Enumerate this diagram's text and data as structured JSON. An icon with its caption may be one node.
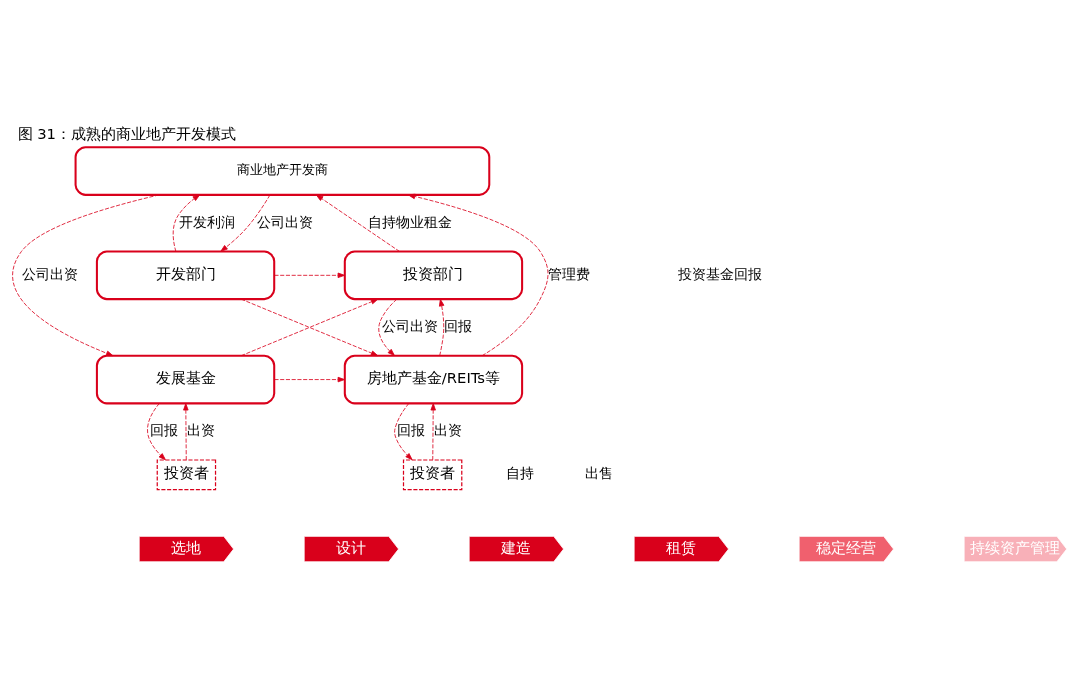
{
  "diagram": {
    "title": "图 31：成熟的商业地产开发模式",
    "nodes": [
      {
        "text": [
          "商业地产开发商"
        ]
      },
      {
        "text": [
          "开发部门"
        ]
      },
      {
        "text": [
          "发展基金"
        ]
      },
      {
        "text": [
          "投资部门"
        ]
      },
      {
        "text": [
          "房地产基金/REITs等"
        ]
      },
      {
        "text": [
          "投资者"
        ]
      },
      {
        "text": [
          "投资者"
        ]
      },
      {
        "text": [
          "选地"
        ]
      },
      {
        "text": [
          "设计"
        ]
      },
      {
        "text": [
          "建造"
        ]
      },
      {
        "text": [
          "租赁"
        ]
      },
      {
        "text": [
          "稳定经营"
        ]
      },
      {
        "text": [
          "持续资产管理"
        ]
      }
    ],
    "edges": [
      {
        "from": 0,
        "to": 1,
        "arrow": "to",
        "label": "公司出资",
        "style": "dashed"
      },
      {
        "from": 0,
        "to": 2,
        "arrow": "to",
        "label": "公司出资",
        "style": "dashed"
      },
      {
        "from": 1,
        "to": 0,
        "arrow": "to",
        "label": "开发利润",
        "style": "dashed"
      },
      {
        "from": 1,
        "to": 3,
        "arrow": "to",
        "style": "dashed"
      },
      {
        "from": 1,
        "to": 4,
        "arrow": "to",
        "style": "dashed"
      },
      {
        "from": 2,
        "to": 3,
        "arrow": "to",
        "style": "dashed"
      },
      {
        "from": 2,
        "to": 4,
        "arrow": "to",
        "style": "dashed"
      },
      {
        "from": 3,
        "to": 4,
        "arrow": "to",
        "label": "公司出资",
        "style": "dashed"
      },
      {
        "from": 4,
        "to": 3,
        "arrow": "to",
        "label": "回报",
        "style": "dashed"
      },
      {
        "from": 3,
        "to": 0,
        "arrow": "to",
        "label": "自持物业租金",
        "style": "dashed"
      },
      {
        "from": 4,
        "to": 0,
        "arrow": "to",
        "label": "管理费",
        "style": "dashed"
      },
      {
        "from": 5,
        "to": 2,
        "arrow": "to",
        "label": "出资",
        "style": "dashed"
      },
      {
        "from": 2,
        "to": 5,
        "arrow": "to",
        "label": "回报",
        "style": "dashed"
      },
      {
        "from": 6,
        "to": 4,
        "arrow": "to",
        "label": "出资",
        "style": "dashed"
      },
      {
        "from": 4,
        "to": 6,
        "arrow": "to",
        "label": "回报",
        "style": "dashed"
      }
    ],
    "labels": [
      "自持",
      "出售",
      "投资基金回报"
    ]
  }
}
